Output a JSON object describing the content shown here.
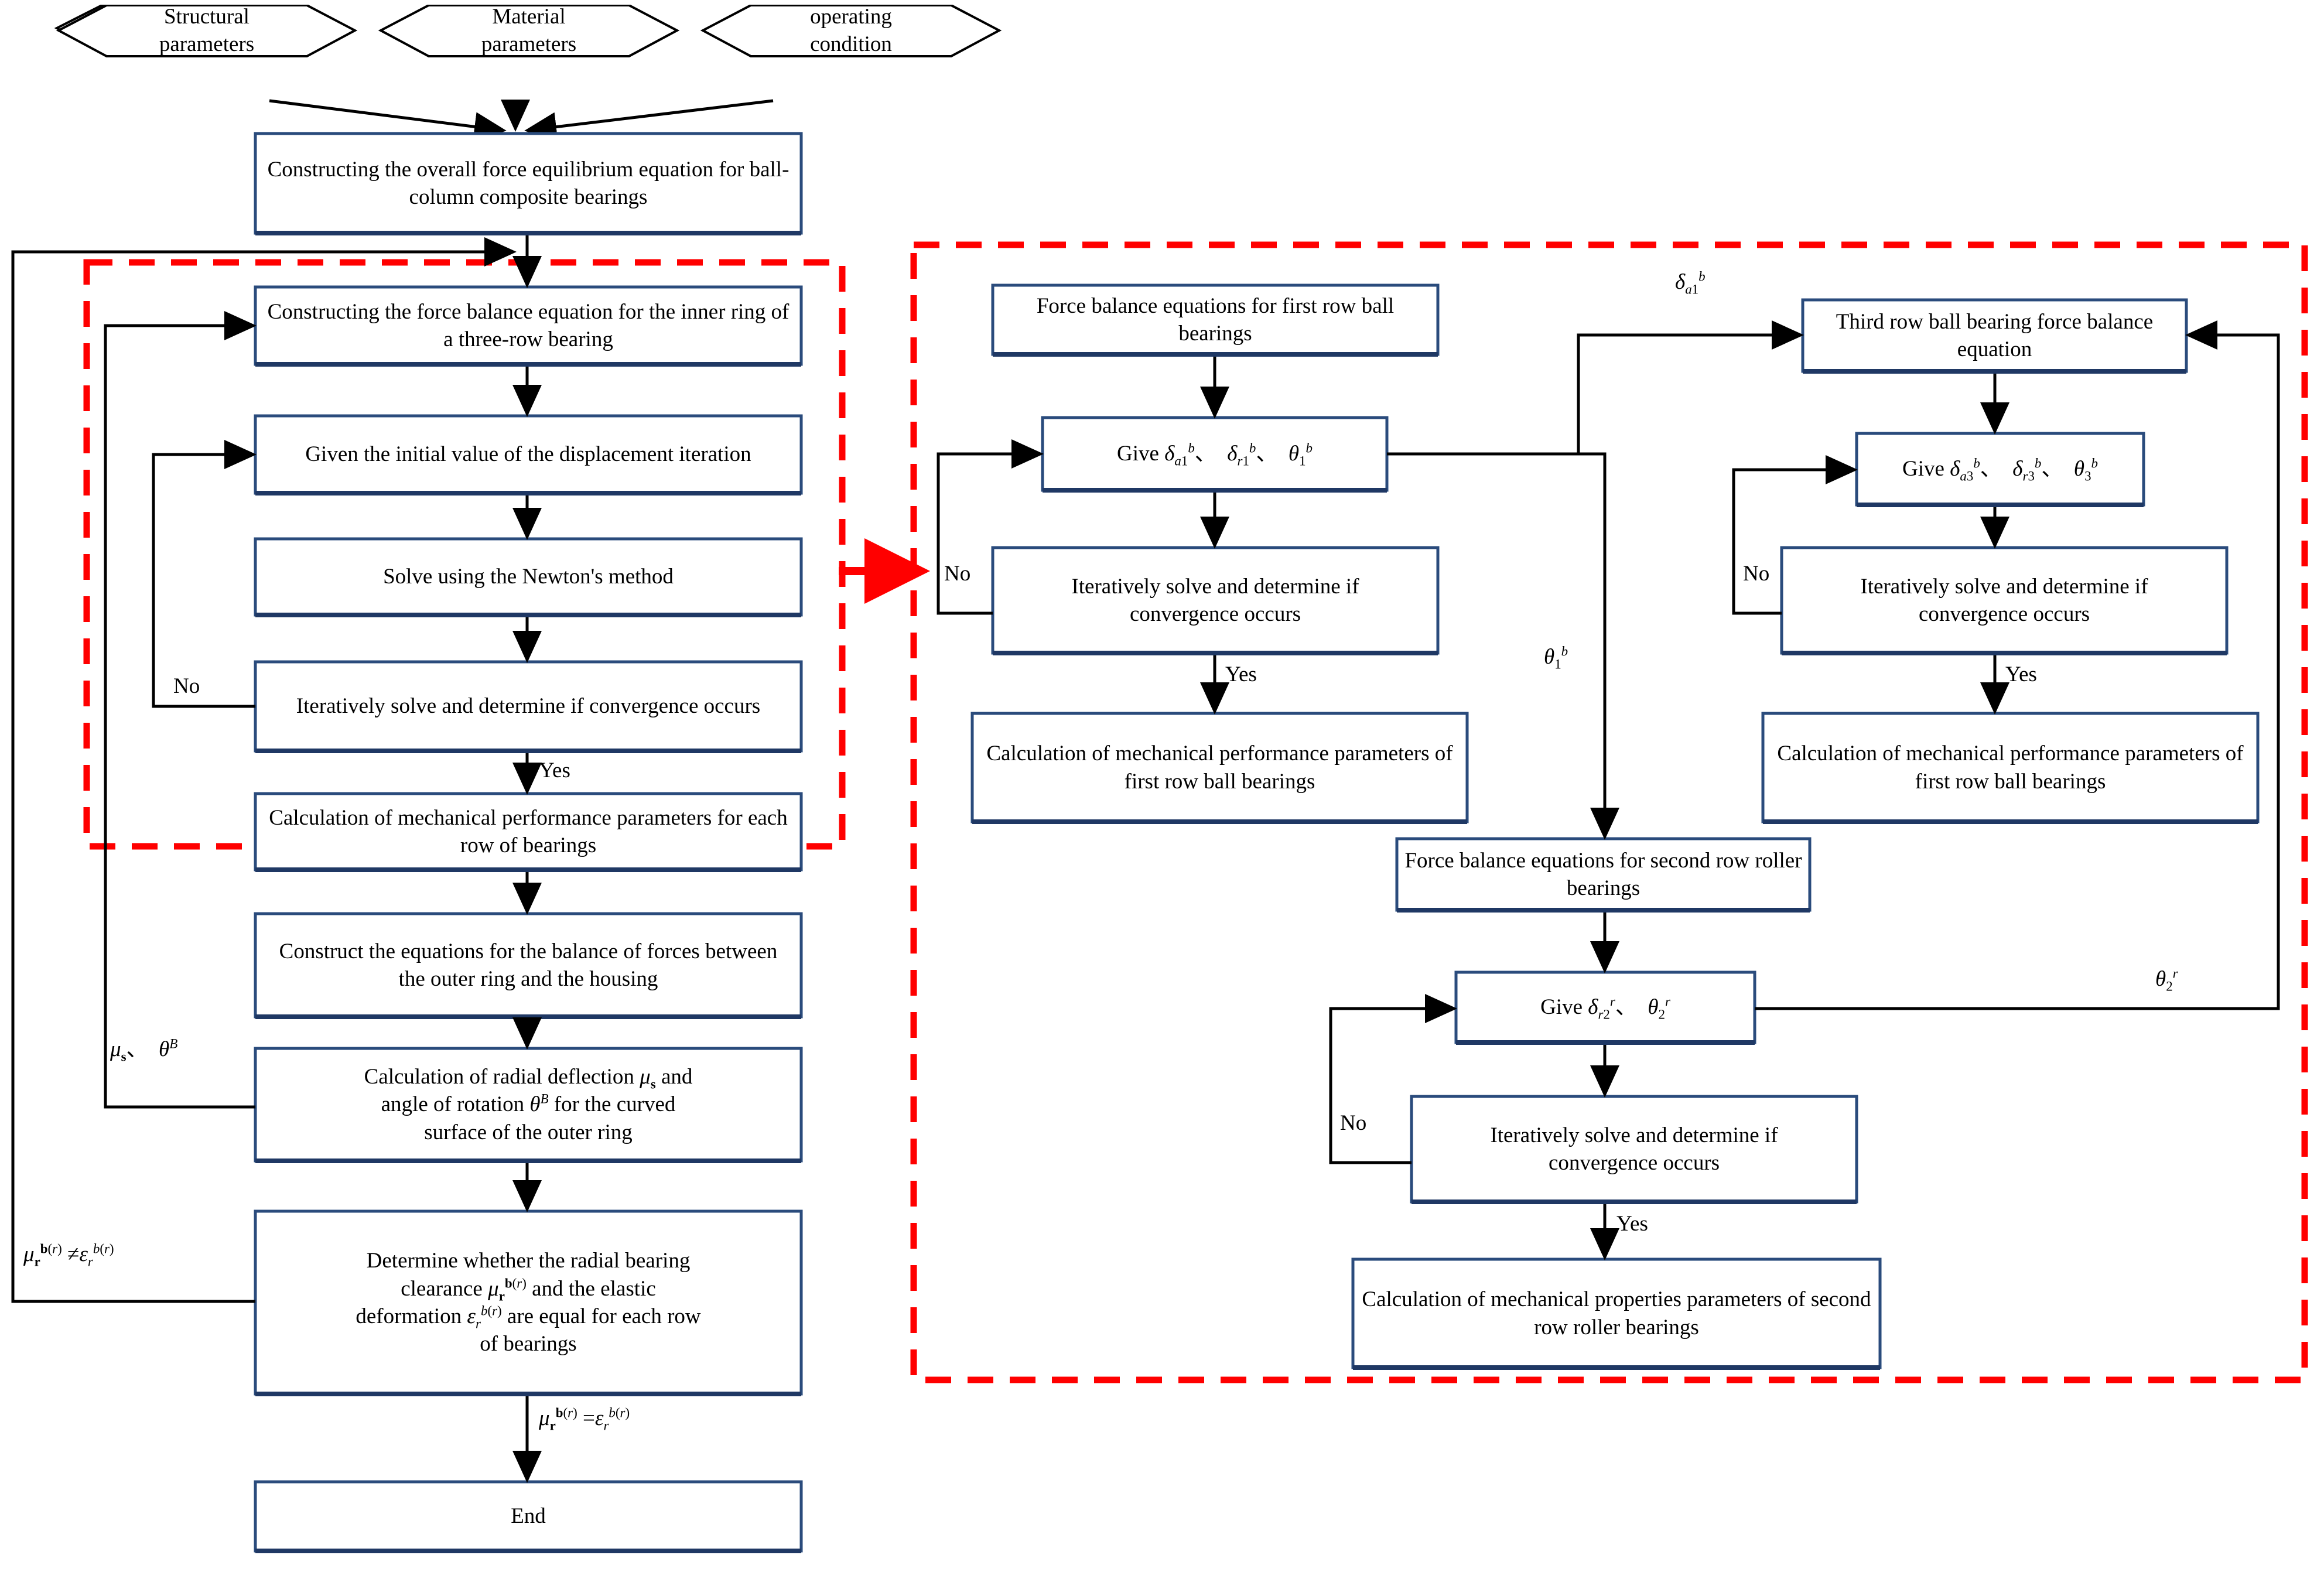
{
  "figure": {
    "type": "flowchart",
    "title": "Solution flowchart for ball-column composite bearing mechanical model",
    "colors": {
      "box_border": "#2a4b7c",
      "box_fill": "#ffffff",
      "box_shadow": "#1f3864",
      "arrow": "#000000",
      "dashed_group": "#ff0000",
      "text": "#000000"
    }
  },
  "inputs": [
    {
      "id": "hex-structural",
      "label": "Structural\nparameters"
    },
    {
      "id": "hex-material",
      "label": "Material\nparameters"
    },
    {
      "id": "hex-operating",
      "label": "operating\ncondition"
    }
  ],
  "left_column": {
    "start_box": "Constructing the overall force equilibrium equation for ball-column composite bearings",
    "nodes": [
      {
        "id": "l1",
        "label": "Constructing the force balance equation for the inner ring of a three-row bearing"
      },
      {
        "id": "l2",
        "label": "Given the initial value of the displacement iteration"
      },
      {
        "id": "l3",
        "label": "Solve using the Newton's method"
      },
      {
        "id": "l4",
        "label": "Iteratively solve and determine if convergence occurs"
      },
      {
        "id": "l5",
        "label": "Calculation of mechanical performance parameters for each row of bearings"
      },
      {
        "id": "l6",
        "label": "Construct the equations for the balance of forces between the outer ring and the housing"
      },
      {
        "id": "l7",
        "label": "Calculation of radial deflection μ_s and angle of rotation θ^B for the curved surface of the outer ring"
      },
      {
        "id": "l8",
        "label": "Determine whether the radial bearing clearance μ_r^b(r) and the elastic deformation ε_r^b(r) are equal for each row of bearings"
      },
      {
        "id": "l9",
        "label": "End"
      }
    ],
    "edge_labels": {
      "no_inner": "No",
      "yes_inner": "Yes",
      "feedback_mu_theta": "μ_s、 θ^B",
      "feedback_not_equal": "μ_r^b(r) ≠ ε_r^b(r)",
      "equal": "μ_r^b(r) = ε_r^b(r)"
    }
  },
  "right_panel": {
    "first_row": [
      {
        "id": "r1",
        "label": "Force balance equations for first row ball bearings"
      },
      {
        "id": "r2",
        "label": "Give δ_a1^b、 δ_r1^b、 θ_1^b"
      },
      {
        "id": "r3",
        "label": "Iteratively solve and determine if convergence occurs"
      },
      {
        "id": "r4",
        "label": "Calculation of mechanical performance parameters of first row ball bearings"
      }
    ],
    "third_row": [
      {
        "id": "r5",
        "label": "Third row ball bearing force balance equation"
      },
      {
        "id": "r6",
        "label": "Give δ_a3^b、 δ_r3^b、 θ_3^b"
      },
      {
        "id": "r7",
        "label": "Iteratively solve and determine if convergence occurs"
      },
      {
        "id": "r8",
        "label": "Calculation of mechanical performance parameters of first row ball bearings"
      }
    ],
    "second_row": [
      {
        "id": "r9",
        "label": "Force balance equations for second row roller bearings"
      },
      {
        "id": "r10",
        "label": "Give δ_r2^r、 θ_2^r"
      },
      {
        "id": "r11",
        "label": "Iteratively solve and determine if convergence occurs"
      },
      {
        "id": "r12",
        "label": "Calculation of mechanical properties parameters of second row roller bearings"
      }
    ],
    "edge_labels": {
      "no1": "No",
      "yes1": "Yes",
      "no3": "No",
      "yes3": "Yes",
      "no2": "No",
      "yes2": "Yes",
      "delta_a1": "δ_a1^b",
      "theta_1": "θ_1^b",
      "theta_2": "θ_2^r"
    }
  }
}
